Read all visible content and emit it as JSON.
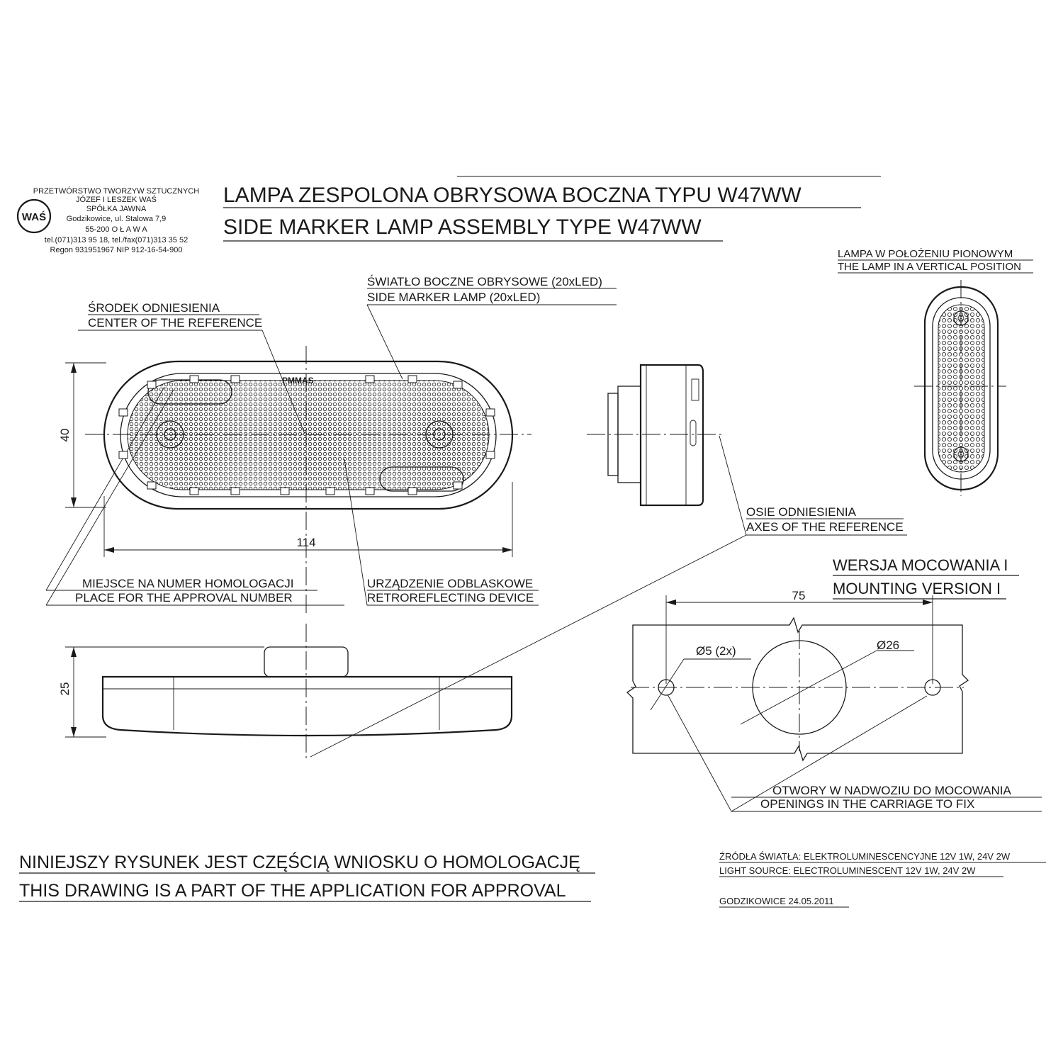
{
  "company": {
    "line1": "PRZETWÓRSTWO TWORZYW SZTUCZNYCH",
    "line2": "JÓZEF I LESZEK WAŚ",
    "line3": "SPÓŁKA JAWNA",
    "line4": "Godzikowice, ul. Stalowa 7,9",
    "line5": "55-200  O Ł A W A",
    "line6": "tel.(071)313 95 18, tel./fax(071)313 35 52",
    "line7": "Regon 931951967 NIP 912-16-54-900",
    "logo_text": "WAŚ"
  },
  "title": {
    "pl": "LAMPA ZESPOLONA OBRYSOWA BOCZNA TYPU W47WW",
    "en": "SIDE MARKER LAMP ASSEMBLY TYPE W47WW"
  },
  "labels": {
    "vertical_pl": "LAMPA W POŁOŻENIU PIONOWYM",
    "vertical_en": "THE LAMP IN A VERTICAL POSITION",
    "marker_pl": "ŚWIATŁO BOCZNE OBRYSOWE (20xLED)",
    "marker_en": "SIDE MARKER LAMP (20xLED)",
    "center_pl": "ŚRODEK ODNIESIENIA",
    "center_en": "CENTER OF THE REFERENCE",
    "axes_pl": "OSIE ODNIESIENIA",
    "axes_en": "AXES OF THE REFERENCE",
    "approval_pl": "MIEJSCE NA NUMER HOMOLOGACJI",
    "approval_en": "PLACE FOR THE APPROVAL NUMBER",
    "retro_pl": "URZĄDZENIE ODBLASKOWE",
    "retro_en": "RETROREFLECTING DEVICE",
    "mount_pl": "WERSJA MOCOWANIA I",
    "mount_en": "MOUNTING VERSION I",
    "holes_pl": "OTWORY W NADWOZIU DO MOCOWANIA",
    "holes_en": "OPENINGS IN THE CARRIAGE TO FIX",
    "lamp_logo": "PMMAS"
  },
  "dimensions": {
    "height": "40",
    "width": "114",
    "depth": "25",
    "spacing": "75",
    "hole": "Ø5 (2x)",
    "center_hole": "Ø26"
  },
  "footer": {
    "statement_pl": "NINIEJSZY RYSUNEK JEST CZĘŚCIĄ WNIOSKU O  HOMOLOGACJĘ",
    "statement_en": "THIS DRAWING IS A PART OF THE APPLICATION FOR  APPROVAL",
    "source_pl": "ŹRÓDŁA ŚWIATŁA: ELEKTROLUMINESCENCYJNE  12V  1W, 24V  2W",
    "source_en": "LIGHT SOURCE: ELECTROLUMINESCENT  12V  1W, 24V  2W",
    "place_date": "GODZIKOWICE 24.05.2011"
  }
}
